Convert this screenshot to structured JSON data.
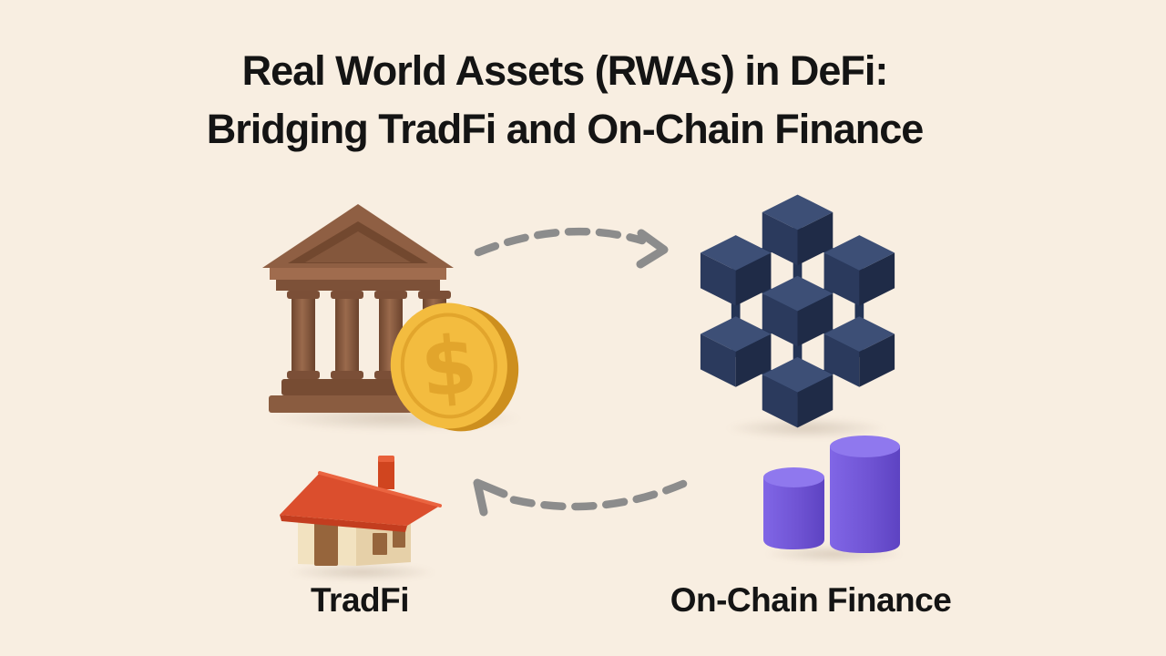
{
  "title": {
    "line1": "Real World Assets (RWAs) in DeFi:",
    "line2": "Bridging TradFi and On-Chain Finance"
  },
  "labels": {
    "tradfi": "TradFi",
    "onchain": "On-Chain Finance"
  },
  "coin": {
    "symbol": "$"
  },
  "arrows": {
    "top": {
      "from": "TradFi",
      "to": "On-Chain Finance",
      "direction": "right",
      "style": "dashed-curved"
    },
    "bottom": {
      "from": "On-Chain Finance",
      "to": "TradFi",
      "direction": "left",
      "style": "dashed-curved"
    }
  },
  "icons": [
    {
      "name": "bank-building-icon",
      "meaning": "traditional finance institution"
    },
    {
      "name": "dollar-coin-icon",
      "meaning": "fiat money"
    },
    {
      "name": "house-icon",
      "meaning": "real world asset (real estate)"
    },
    {
      "name": "blockchain-cubes-icon",
      "meaning": "blockchain network"
    },
    {
      "name": "bar-cylinders-icon",
      "meaning": "on-chain market / charts"
    }
  ],
  "colors": {
    "background": "#f8eee1",
    "text": "#141414",
    "bank_brown": "#8a5c42",
    "bank_brown_dark": "#744b33",
    "bank_brown_light": "#9c6b4e",
    "coin_gold": "#f3bc3f",
    "coin_gold_edge": "#cd8f1e",
    "coin_symbol_gold": "#e2a52c",
    "blockchain_navy_top": "#3d4f76",
    "blockchain_navy_left": "#2b3a5d",
    "blockchain_navy_right": "#1f2b47",
    "cylinder_purple": "#7156d8",
    "cylinder_purple_light": "#8f78ee",
    "house_roof_red": "#db4e2d",
    "house_wall_cream": "#f2e2c0",
    "house_wall_side": "#e6d0a8",
    "house_trim_brown": "#96653c",
    "arrow_gray": "#8c8c8c"
  }
}
